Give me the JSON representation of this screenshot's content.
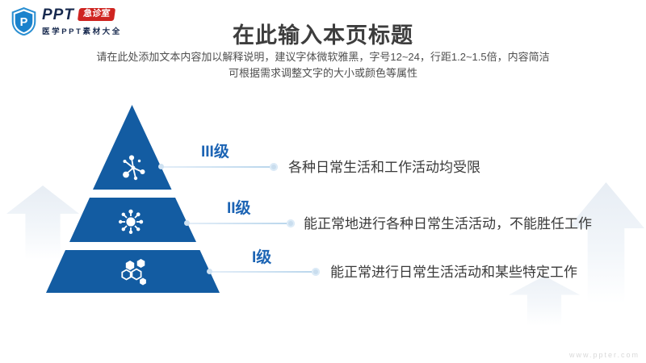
{
  "logo": {
    "shield_letter": "P",
    "brand": "PPT",
    "badge": "急诊室",
    "tagline": "医学PPT素材大全"
  },
  "header": {
    "title": "在此输入本页标题",
    "subtitle_line1": "请在此处添加文本内容加以解释说明，建议字体微软雅黑，字号12~24，行距1.2~1.5倍，内容简洁",
    "subtitle_line2": "可根据需求调整文字的大小或颜色等属性"
  },
  "pyramid": {
    "shape": "3-level pyramid",
    "levels": [
      {
        "label": "III级",
        "icon": "molecule-network-icon",
        "description": "各种日常生活和工作活动均受限"
      },
      {
        "label": "II级",
        "icon": "virus-icon",
        "description": "能正常地进行各种日常生活活动，不能胜任工作"
      },
      {
        "label": "I级",
        "icon": "hexagon-cluster-icon",
        "description": "能正常进行日常生活活动和某些特定工作"
      }
    ]
  },
  "colors": {
    "pyramid_blue": "#135ca2",
    "label_blue": "#1c64b4",
    "badge_red": "#cf2420",
    "connector_blue": "#c9ddee",
    "title_gray": "#3d3d3d"
  },
  "watermark": "www.ppter.com"
}
